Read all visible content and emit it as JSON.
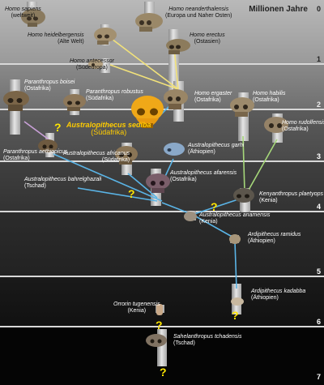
{
  "axis": {
    "title": "Millionen Jahre",
    "ticks": [
      "0",
      "1",
      "2",
      "3",
      "4",
      "5",
      "6",
      "7"
    ]
  },
  "species": {
    "sapiens": {
      "name": "Homo sapiens",
      "region": "(weltweit)"
    },
    "neanderthalensis": {
      "name": "Homo neanderthalensis",
      "region": "(Europa und Naher Osten)"
    },
    "heidelbergensis": {
      "name": "Homo heidelbergensis",
      "region": "(Alte Welt)"
    },
    "erectus": {
      "name": "Homo erectus",
      "region": "(Ostasien)"
    },
    "antecessor": {
      "name": "Homo antecessor",
      "region": "(Südeuropa)"
    },
    "boisei": {
      "name": "Paranthropus boisei",
      "region": "(Ostafrika)"
    },
    "robustus": {
      "name": "Paranthropus robustus",
      "region": "(Südafrika)"
    },
    "ergaster": {
      "name": "Homo ergaster",
      "region": "(Ostafrika)"
    },
    "habilis": {
      "name": "Homo habilis",
      "region": "(Ostafrika)"
    },
    "rudolfensis": {
      "name": "Homo rudolfensis",
      "region": "(Ostafrika)"
    },
    "sediba": {
      "name": "Australopithecus sediba",
      "region": "(Südafrika)"
    },
    "aethiopicus": {
      "name": "Paranthropus aethiopicus",
      "region": "(Ostafrika)"
    },
    "africanus": {
      "name": "Australopithecus africanus",
      "region": "(Südafrika)"
    },
    "garhi": {
      "name": "Australopithecus garhi",
      "region": "(Äthiopien)"
    },
    "afarensis": {
      "name": "Australopithecus afarensis",
      "region": "(Ostafrika)"
    },
    "bahrelghazali": {
      "name": "Australopithecus bahrelghazali",
      "region": "(Tschad)"
    },
    "platyops": {
      "name": "Kenyanthropus plaetyops",
      "region": "(Kenia)"
    },
    "anamensis": {
      "name": "Australopithecus anamensis",
      "region": "(Kenia)"
    },
    "ramidus": {
      "name": "Ardipithecus ramidus",
      "region": "(Äthiopien)"
    },
    "kadabba": {
      "name": "Ardipithecus kadabba",
      "region": "(Äthiopien)"
    },
    "tugenensis": {
      "name": "Orrorin tugenensis",
      "region": "(Kenia)"
    },
    "tchadensis": {
      "name": "Sahelanthropus tchadensis",
      "region": "(Tschad)"
    }
  },
  "question_mark": "?",
  "colors": {
    "homo_link": "#f2e27a",
    "paranthropus_link": "#c9a0d8",
    "australopith_link": "#5ab4e6",
    "habilis_link": "#a6d87a",
    "sediba_label": "#ffcc00",
    "question": "#ffe600"
  }
}
